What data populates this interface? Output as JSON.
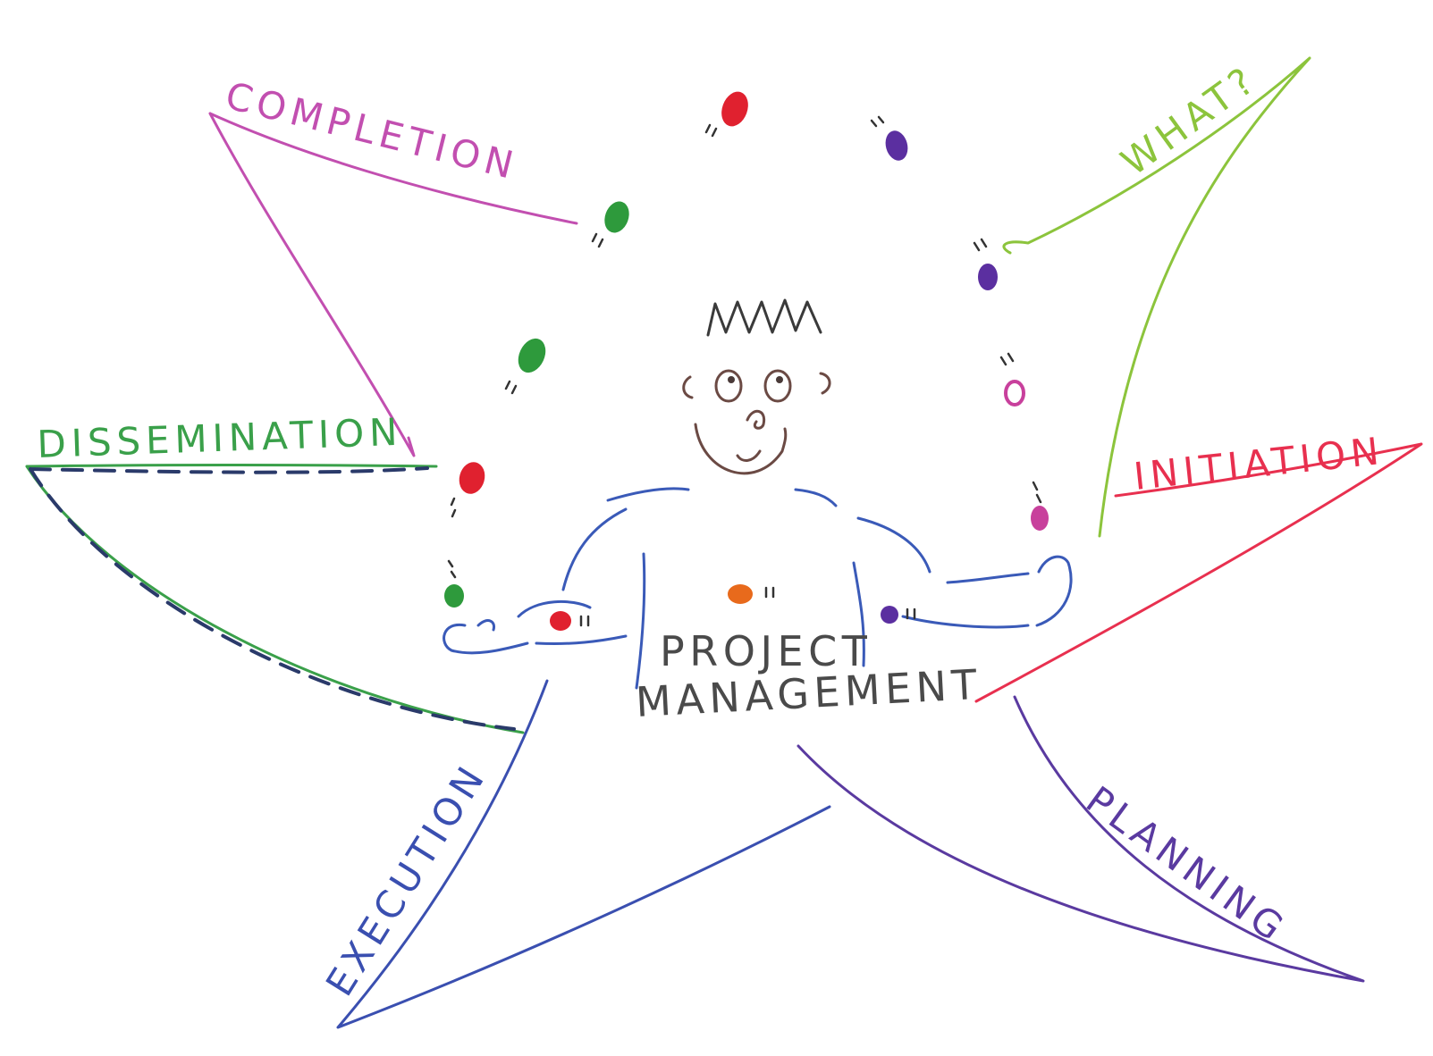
{
  "center": {
    "line1": "PROJECT",
    "line2": "MANAGEMENT"
  },
  "branches": [
    {
      "key": "completion",
      "label": "COMPLETION",
      "color": "#c24fb0"
    },
    {
      "key": "what",
      "label": "WHAT?",
      "color": "#8cc43c"
    },
    {
      "key": "dissemination",
      "label": "DISSEMINATION",
      "color": "#3aa04a"
    },
    {
      "key": "initiation",
      "label": "INITIATION",
      "color": "#e8304f"
    },
    {
      "key": "execution",
      "label": "EXECUTION",
      "color": "#3a4fb0"
    },
    {
      "key": "planning",
      "label": "PLANNING",
      "color": "#5a3aa0"
    }
  ],
  "figure": {
    "face_color": "#6b4a44",
    "hair_color": "#3a3a3a",
    "body_color": "#3a5ab8"
  },
  "balls": [
    {
      "color": "#e0212f"
    },
    {
      "color": "#5b2fa0"
    },
    {
      "color": "#2e9a3c"
    },
    {
      "color": "#5b2fa0"
    },
    {
      "color": "#2e9a3c"
    },
    {
      "color": "#c8409c"
    },
    {
      "color": "#e0212f"
    },
    {
      "color": "#c8409c"
    },
    {
      "color": "#2e9a3c"
    },
    {
      "color": "#e0212f"
    },
    {
      "color": "#e86a1c"
    },
    {
      "color": "#5b2fa0"
    }
  ]
}
